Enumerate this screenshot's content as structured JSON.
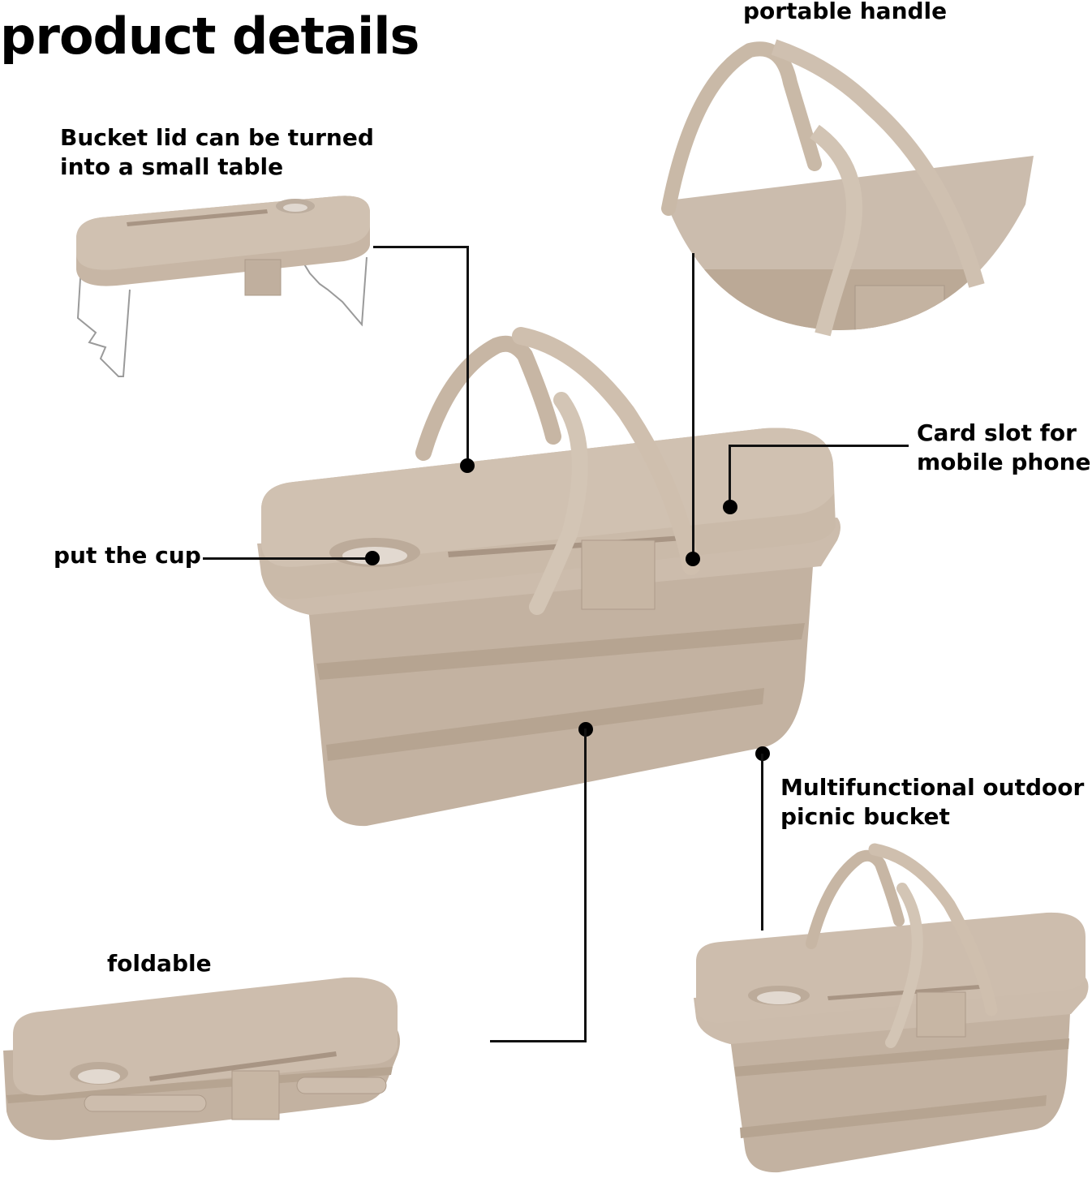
{
  "title": "product details",
  "colors": {
    "product_body": "#c6b6a6",
    "product_lid": "#cdbdad",
    "product_shadow": "#a99888",
    "product_highlight": "#ddd0c3",
    "leader_line": "#111111",
    "text": "#000000",
    "background": "#ffffff"
  },
  "callouts": {
    "lid_table": {
      "line1": "Bucket lid can be turned",
      "line2": "into a small table"
    },
    "portable_handle": {
      "text": "portable handle"
    },
    "card_slot": {
      "line1": "Card slot for",
      "line2": "mobile phone"
    },
    "cup": {
      "text": "put the cup"
    },
    "multifunctional": {
      "line1": "Multifunctional outdoor",
      "line2": "picnic bucket"
    },
    "foldable": {
      "text": "foldable"
    }
  },
  "images": [
    {
      "name": "lid-as-table",
      "description": "lid with folding wire legs"
    },
    {
      "name": "handle-closeup",
      "description": "circular close-up of crossed handles"
    },
    {
      "name": "main-bucket",
      "description": "expanded picnic bucket with handles"
    },
    {
      "name": "small-bucket",
      "description": "expanded picnic bucket, smaller view"
    },
    {
      "name": "folded-bucket",
      "description": "collapsed bucket with lid"
    }
  ]
}
